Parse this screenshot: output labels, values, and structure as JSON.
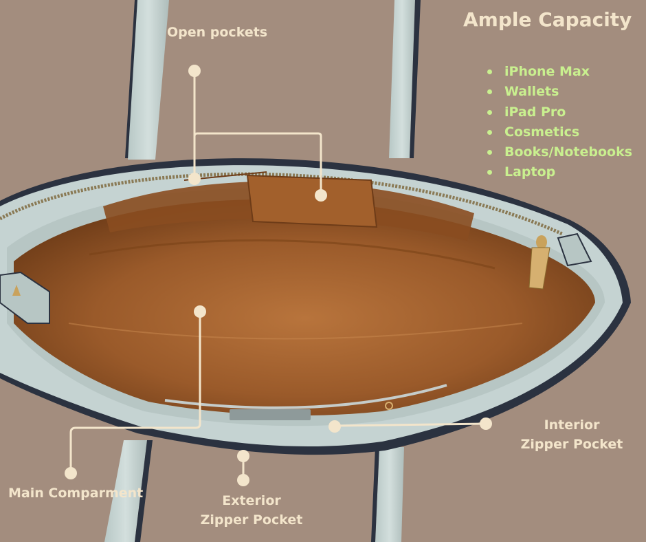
{
  "title": "Ample Capacity",
  "capacity_items": [
    "iPhone Max",
    "Wallets",
    "iPad Pro",
    "Cosmetics",
    "Books/Notebooks",
    "Laptop"
  ],
  "callouts": {
    "open_pockets": "Open pockets",
    "main_compartment": "Main Comparment",
    "exterior_zipper_pocket": "Exterior Zipper Pocket",
    "interior_zipper_pocket": "Interior Zipper Pocket"
  },
  "colors": {
    "background": "#a38d7e",
    "label_text": "#f3e5cb",
    "list_text": "#c9f08f",
    "bag_exterior": "#c5d3d2",
    "bag_lining": "#9a5a2a",
    "callout_line": "#f3e5cb"
  }
}
